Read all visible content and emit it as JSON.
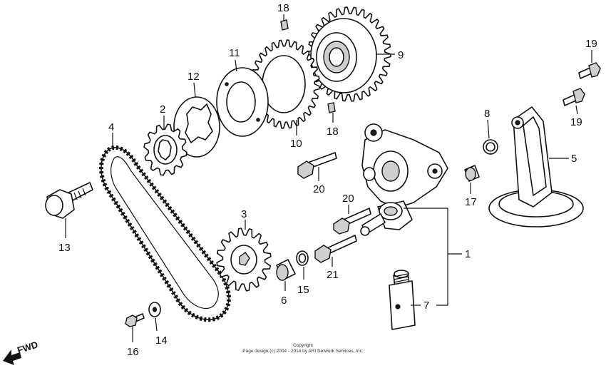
{
  "callouts": [
    {
      "id": "1",
      "label": "1"
    },
    {
      "id": "2",
      "label": "2"
    },
    {
      "id": "3",
      "label": "3"
    },
    {
      "id": "4",
      "label": "4"
    },
    {
      "id": "5",
      "label": "5"
    },
    {
      "id": "6",
      "label": "6"
    },
    {
      "id": "7",
      "label": "7"
    },
    {
      "id": "8",
      "label": "8"
    },
    {
      "id": "9",
      "label": "9"
    },
    {
      "id": "10",
      "label": "10"
    },
    {
      "id": "11",
      "label": "11"
    },
    {
      "id": "12",
      "label": "12"
    },
    {
      "id": "13",
      "label": "13"
    },
    {
      "id": "14",
      "label": "14"
    },
    {
      "id": "15",
      "label": "15"
    },
    {
      "id": "16",
      "label": "16"
    },
    {
      "id": "17",
      "label": "17"
    },
    {
      "id": "18a",
      "label": "18"
    },
    {
      "id": "18b",
      "label": "18"
    },
    {
      "id": "19a",
      "label": "19"
    },
    {
      "id": "19b",
      "label": "19"
    },
    {
      "id": "20a",
      "label": "20"
    },
    {
      "id": "20b",
      "label": "20"
    },
    {
      "id": "21",
      "label": "21"
    }
  ],
  "direction_marker": "FWD",
  "copyright": {
    "line1": "Copyright",
    "line2": "Page design (c) 2004 - 2014 by ARI Network Services, Inc."
  }
}
